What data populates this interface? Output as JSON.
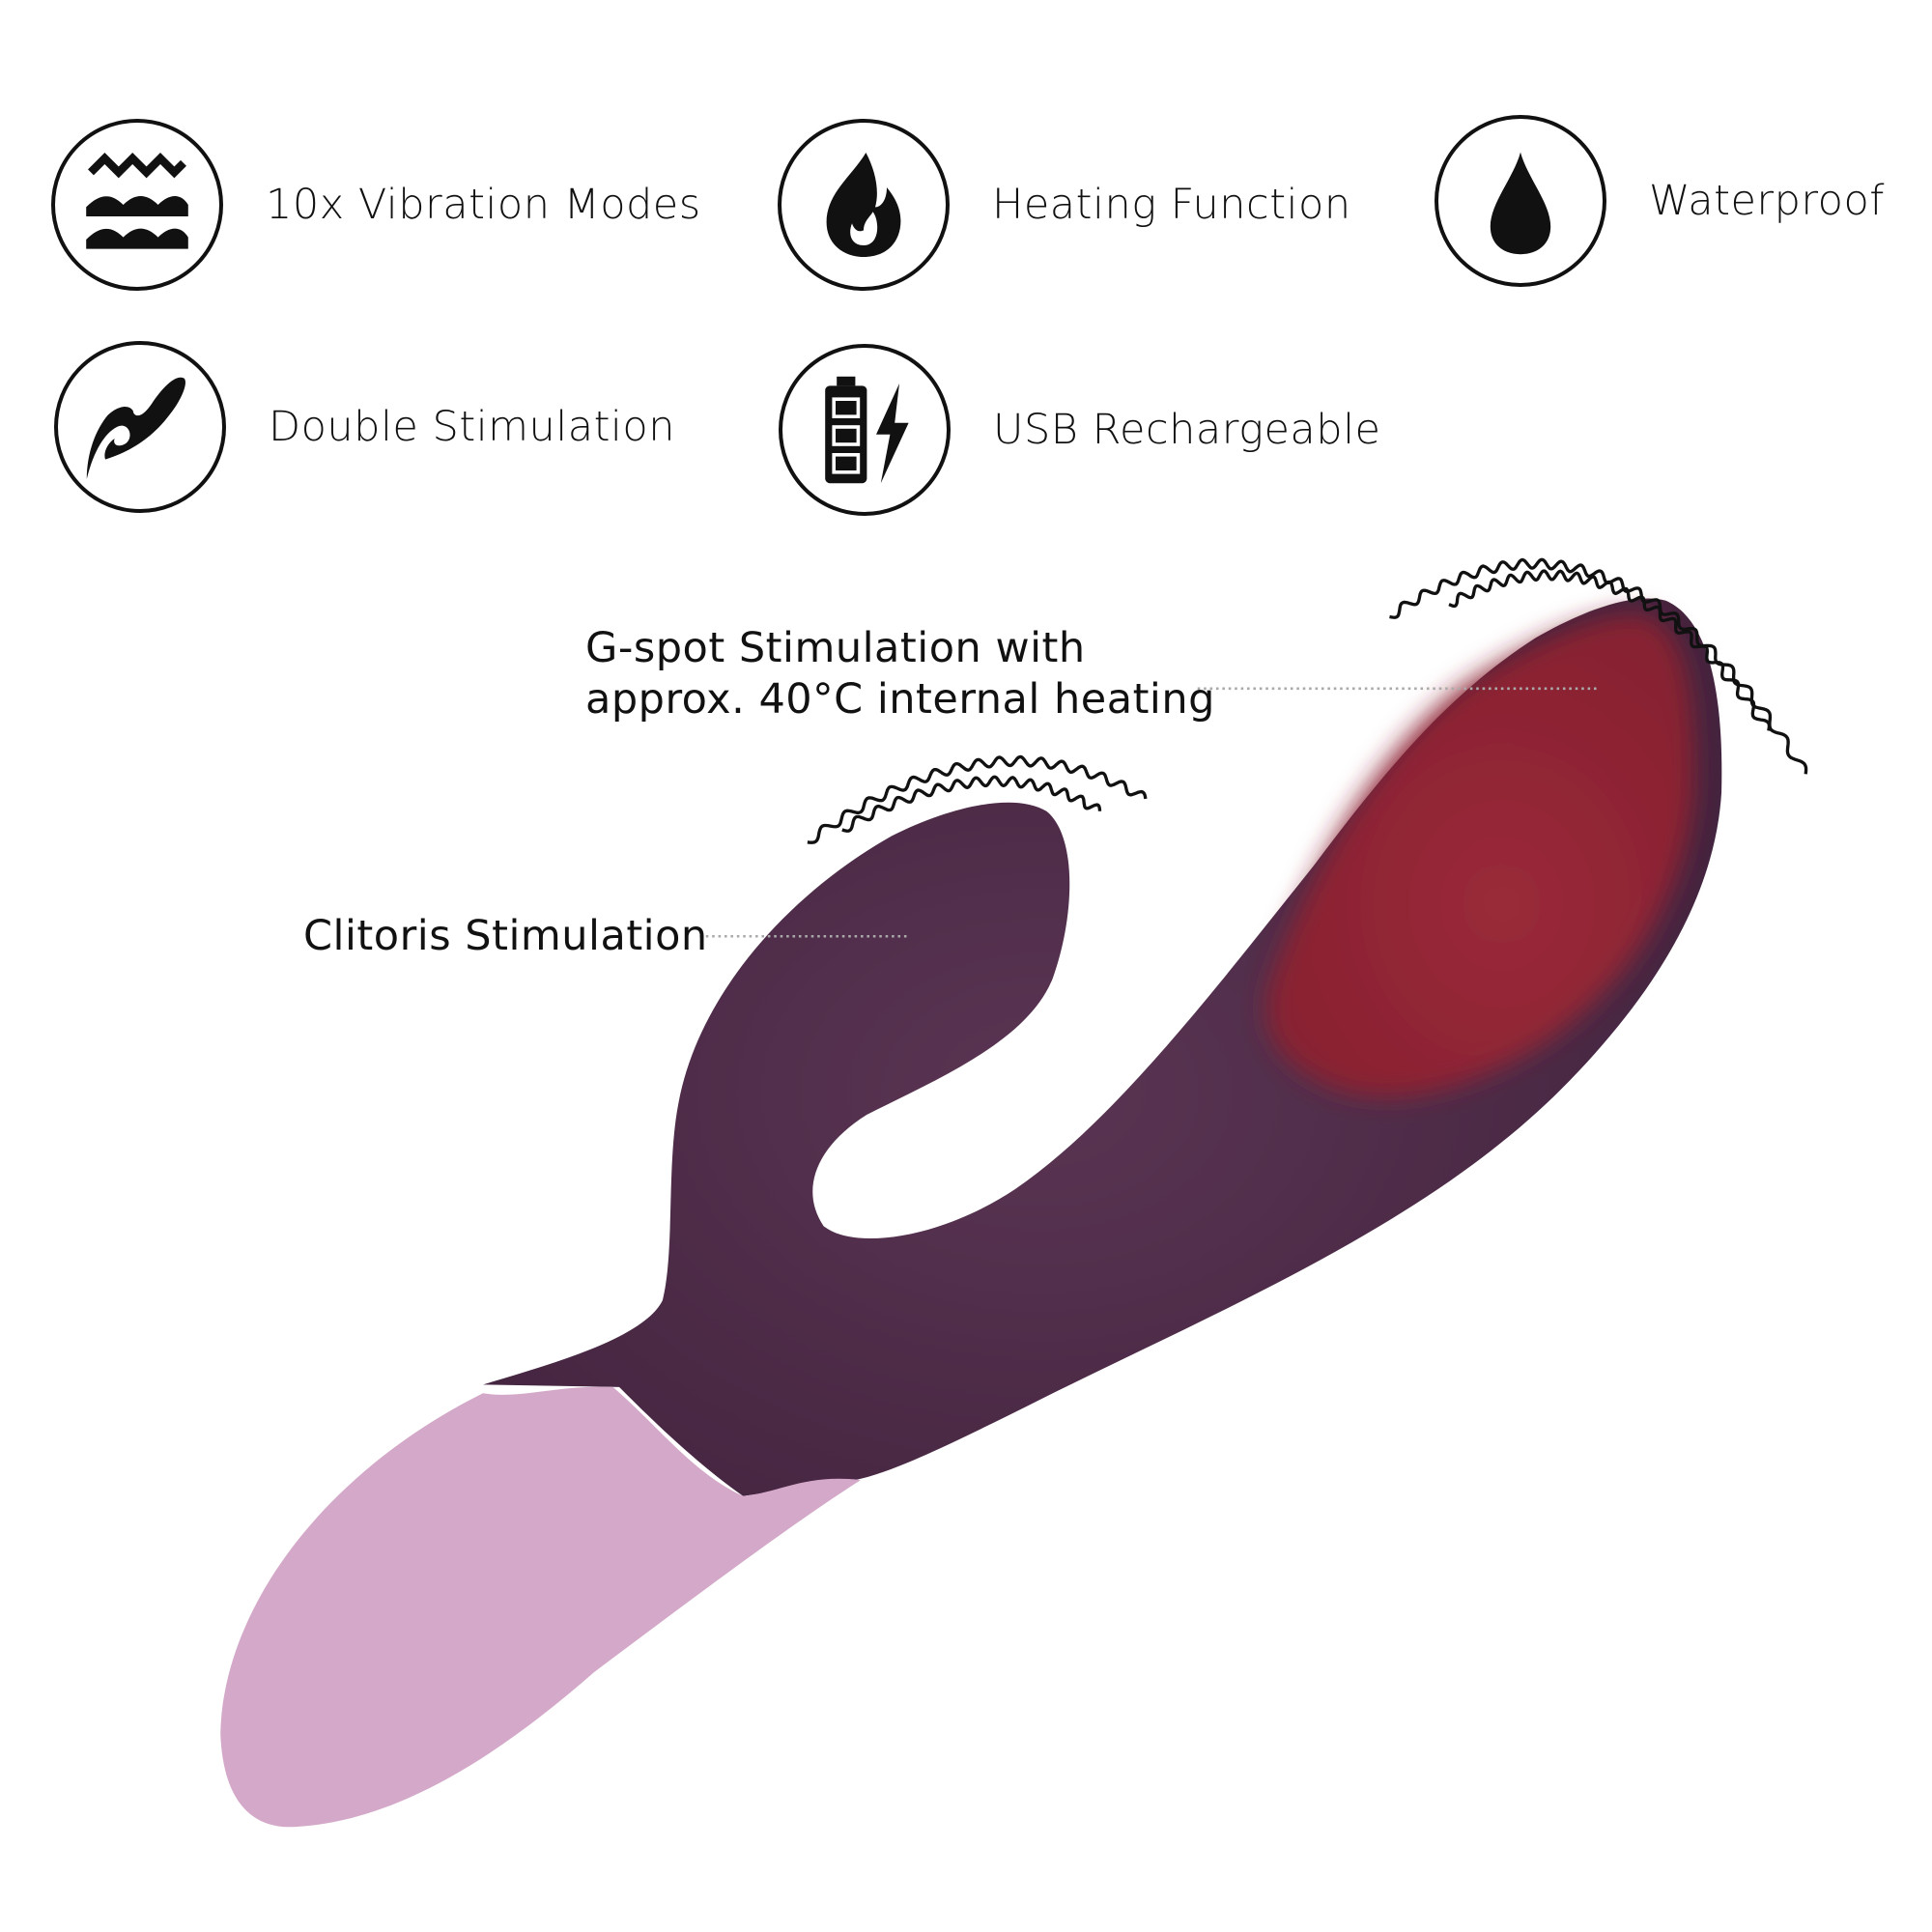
{
  "features": [
    {
      "label": "10x Vibration Modes",
      "icon": "waves-icon"
    },
    {
      "label": "Heating Function",
      "icon": "flame-icon"
    },
    {
      "label": "Waterproof",
      "icon": "water-drop-icon"
    },
    {
      "label": "Double Stimulation",
      "icon": "rabbit-vibrator-icon"
    },
    {
      "label": "USB Rechargeable",
      "icon": "battery-charging-icon"
    }
  ],
  "callouts": {
    "gspot_line1": "G-spot Stimulation with",
    "gspot_line2": "approx. 40°C internal heating",
    "clitoris": "Clitoris Stimulation"
  },
  "colors": {
    "body": "#4a2a45",
    "heat": "#8e2233",
    "handle": "#d4a8c8"
  }
}
